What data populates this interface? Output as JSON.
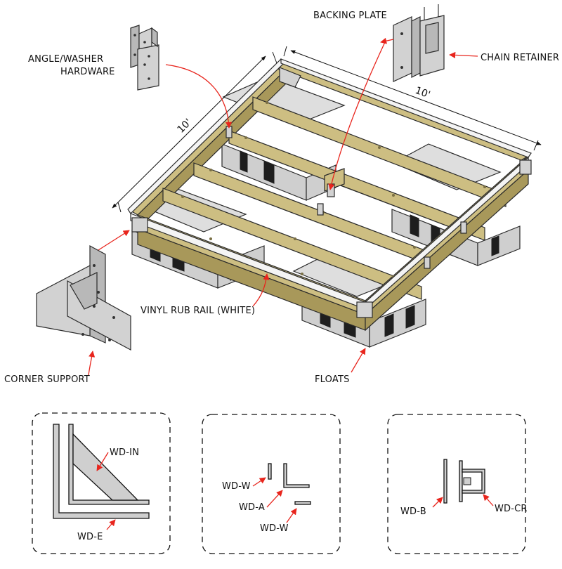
{
  "labels": {
    "angle_washer_line1": "ANGLE/WASHER",
    "angle_washer_line2": "HARDWARE",
    "backing_plate": "BACKING PLATE",
    "chain_retainer": "CHAIN RETAINER",
    "vinyl_rub_rail": "VINYL RUB RAIL (WHITE)",
    "corner_support": "CORNER SUPPORT",
    "floats": "FLOATS"
  },
  "dimensions": {
    "left_side": "10'",
    "right_side": "10'"
  },
  "details": {
    "box1": {
      "inner": "WD-IN",
      "edge": "WD-E"
    },
    "box2": {
      "washer_top": "WD-W",
      "angle": "WD-A",
      "washer_bottom": "WD-W"
    },
    "box3": {
      "backing": "WD-B",
      "retainer": "WD-CR"
    }
  },
  "colors": {
    "callout": "#e8251d",
    "wood": "#cdbe82",
    "float": "#dedede",
    "metal": "#d2d2d2",
    "rail": "#f4f4f4"
  }
}
